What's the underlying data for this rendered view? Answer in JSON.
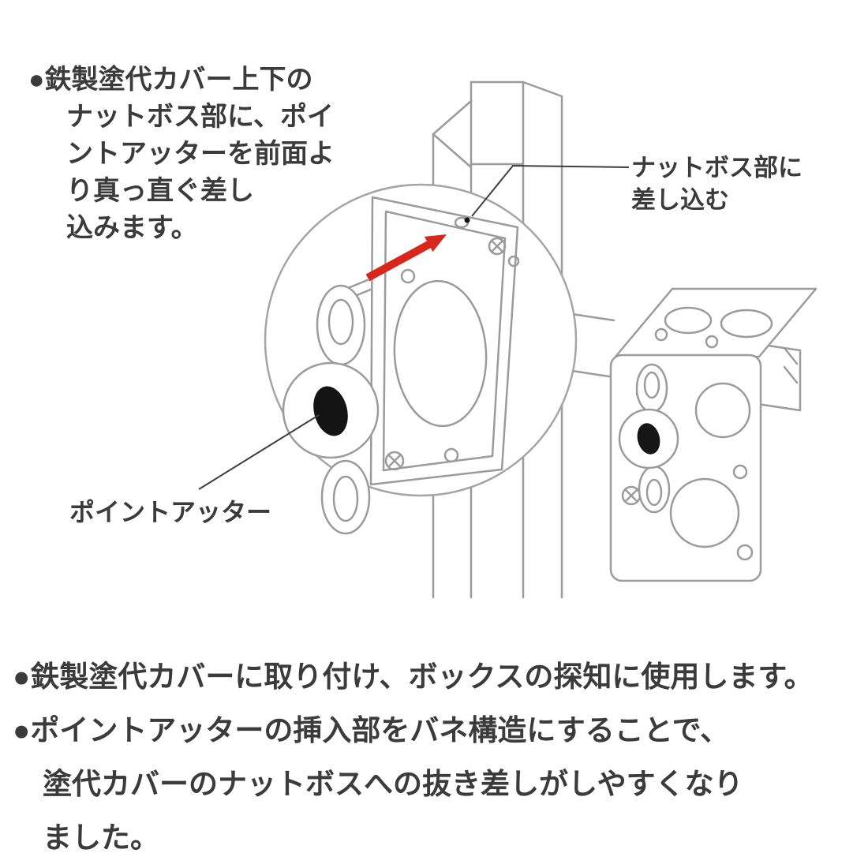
{
  "top_note": {
    "lines": [
      "●鉄製塗代カバー上下の",
      "ナットボス部に、ポイ",
      "ントアッターを前面よ",
      "り真っ直ぐ差し",
      "込みます。"
    ]
  },
  "illustration_labels": {
    "nut_boss": {
      "line1": "ナットボス部に",
      "line2": "差し込む"
    },
    "point_atter": "ポイントアッター"
  },
  "bottom_notes": {
    "lines": [
      "●鉄製塗代カバーに取り付け、ボックスの探知に使用します。",
      "●ポイントアッターの挿入部をバネ構造にすることで、",
      "塗代カバーのナットボスへの抜き差しがしやすくなり",
      "ました。"
    ]
  },
  "palette": {
    "line_art_gray": "#9b9b9b",
    "text_dark": "#3b3b3b",
    "arrow_red": "#da251d",
    "part_black": "#161616",
    "background": "#ffffff"
  }
}
